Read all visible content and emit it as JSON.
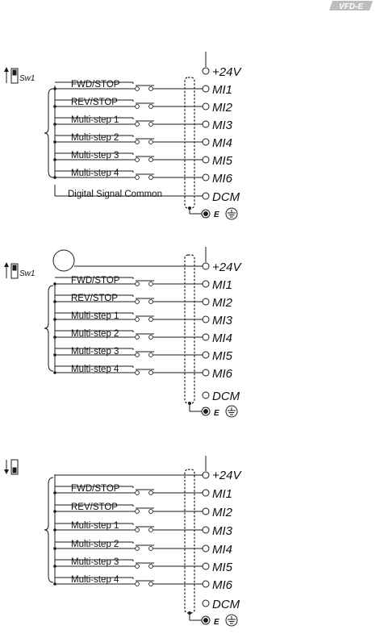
{
  "header": {
    "logo_text": "VFD-E"
  },
  "diagrams": [
    {
      "switch_label": "Sw1",
      "switch_direction": "up",
      "external_source": false,
      "power_terminal": "+24V",
      "inputs": [
        {
          "label": "FWD/STOP",
          "terminal": "MI1"
        },
        {
          "label": "REV/STOP",
          "terminal": "MI2"
        },
        {
          "label": "Multi-step 1",
          "terminal": "MI3"
        },
        {
          "label": "Multi-step 2",
          "terminal": "MI4"
        },
        {
          "label": "Multi-step 3",
          "terminal": "MI5"
        },
        {
          "label": "Multi-step 4",
          "terminal": "MI6"
        }
      ],
      "common_label": "Digital Signal Common",
      "common_terminal": "DCM",
      "ground_terminal": "E"
    },
    {
      "switch_label": "Sw1",
      "switch_direction": "up",
      "external_source": true,
      "power_terminal": "+24V",
      "inputs": [
        {
          "label": "FWD/STOP",
          "terminal": "MI1"
        },
        {
          "label": "REV/STOP",
          "terminal": "MI2"
        },
        {
          "label": "Multi-step 1",
          "terminal": "MI3"
        },
        {
          "label": "Multi-step 2",
          "terminal": "MI4"
        },
        {
          "label": "Multi-step 3",
          "terminal": "MI5"
        },
        {
          "label": "Multi-step 4",
          "terminal": "MI6"
        }
      ],
      "common_label": "",
      "common_terminal": "DCM",
      "ground_terminal": "E"
    },
    {
      "switch_label": "",
      "switch_direction": "down",
      "external_source": false,
      "power_terminal": "+24V",
      "inputs": [
        {
          "label": "FWD/STOP",
          "terminal": "MI1"
        },
        {
          "label": "REV/STOP",
          "terminal": "MI2"
        },
        {
          "label": "Multi-step 1",
          "terminal": "MI3"
        },
        {
          "label": "Multi-step 2",
          "terminal": "MI4"
        },
        {
          "label": "Multi-step 3",
          "terminal": "MI5"
        },
        {
          "label": "Multi-step 4",
          "terminal": "MI6"
        }
      ],
      "common_label": "",
      "common_terminal": "DCM",
      "ground_terminal": "E"
    }
  ]
}
